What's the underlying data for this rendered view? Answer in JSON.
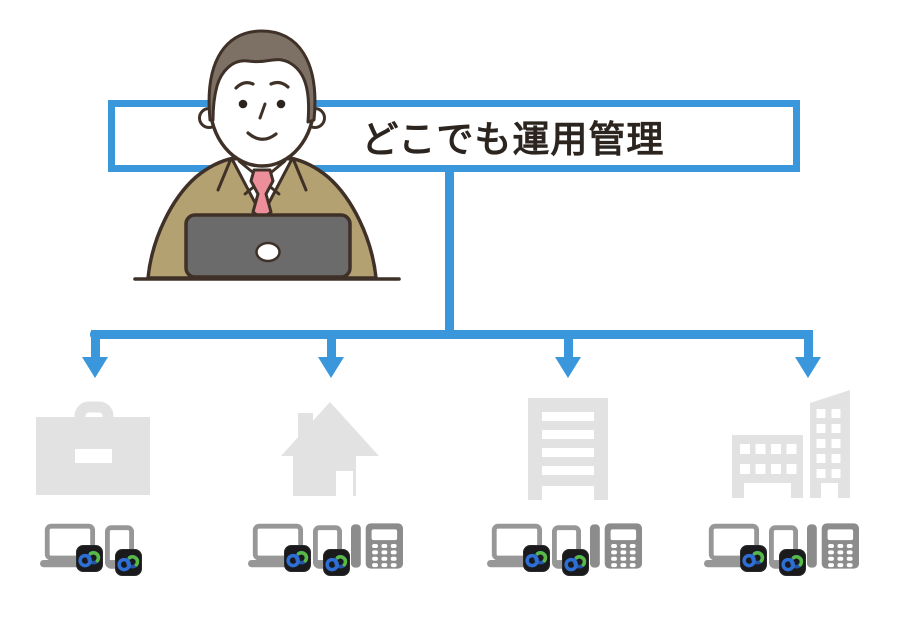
{
  "banner": {
    "label": "どこでも運用管理"
  },
  "admin": {
    "icon": "person-at-laptop-illustration"
  },
  "connector": {
    "branch_count": 4,
    "style": "top-down tree with arrows"
  },
  "locations": [
    {
      "icon": "briefcase-icon",
      "devices": [
        {
          "icon": "laptop-icon",
          "badge": "webex-app-badge"
        },
        {
          "icon": "smartphone-icon",
          "badge": "webex-app-badge"
        }
      ]
    },
    {
      "icon": "house-icon",
      "devices": [
        {
          "icon": "laptop-icon",
          "badge": "webex-app-badge"
        },
        {
          "icon": "smartphone-icon",
          "badge": "webex-app-badge"
        },
        {
          "icon": "desk-phone-icon"
        }
      ]
    },
    {
      "icon": "office-building-icon",
      "devices": [
        {
          "icon": "laptop-icon",
          "badge": "webex-app-badge"
        },
        {
          "icon": "smartphone-icon",
          "badge": "webex-app-badge"
        },
        {
          "icon": "desk-phone-icon"
        }
      ]
    },
    {
      "icon": "city-buildings-icon",
      "devices": [
        {
          "icon": "laptop-icon",
          "badge": "webex-app-badge"
        },
        {
          "icon": "smartphone-icon",
          "badge": "webex-app-badge"
        },
        {
          "icon": "desk-phone-icon"
        }
      ]
    }
  ],
  "colors": {
    "connector_blue": "#3A97DC",
    "location_gray": "#E2E2E2",
    "device_gray": "#979797",
    "desk_phone_gray": "#8C8C8C",
    "badge_background": "#1A191B",
    "badge_blue": "#2E6FD6",
    "badge_blue_dark": "#2456A8",
    "badge_green": "#58B944",
    "jacket_tan": "#B3A171",
    "hair_brown": "#7C7164",
    "tie_pink": "#EC8F9B",
    "laptop_screen_gray": "#6B6B6B",
    "outline_dark": "#3F3128",
    "title_color": "#2B241F"
  }
}
